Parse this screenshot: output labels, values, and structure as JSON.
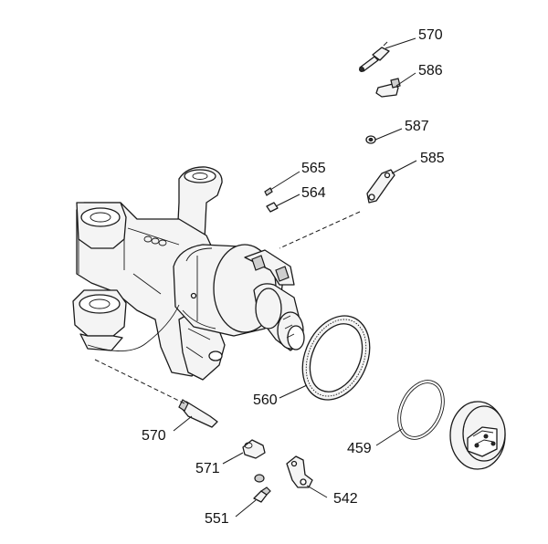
{
  "diagram": {
    "labels": {
      "p570_top": "570",
      "p586": "586",
      "p587": "587",
      "p585": "585",
      "p565": "565",
      "p564": "564",
      "p560": "560",
      "p459": "459",
      "p570_bottom": "570",
      "p571": "571",
      "p542": "542",
      "p551": "551"
    }
  }
}
